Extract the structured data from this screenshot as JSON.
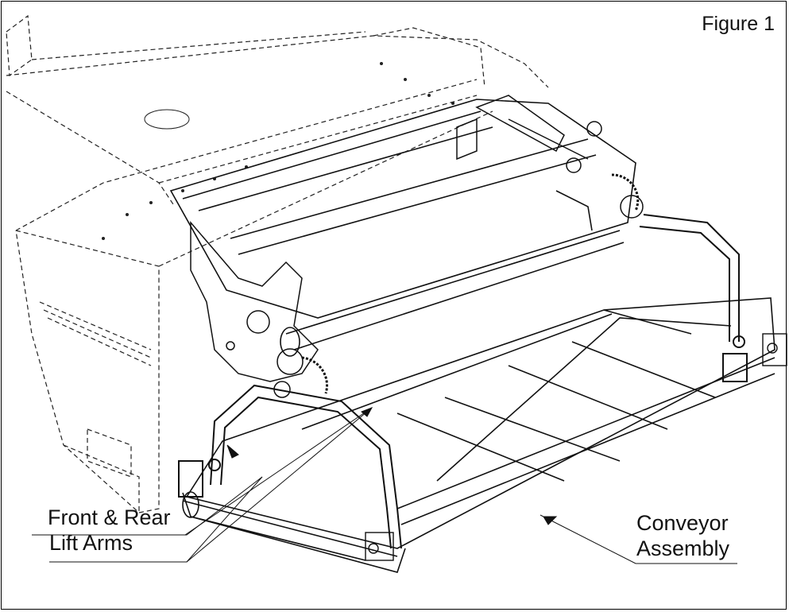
{
  "figure": {
    "label": "Figure 1"
  },
  "callouts": {
    "lift_arms": {
      "line1": "Front & Rear",
      "line2": "Lift Arms"
    },
    "conveyor": {
      "line1": "Conveyor",
      "line2": "Assembly"
    }
  },
  "colors": {
    "ink": "#111111",
    "background": "#ffffff"
  }
}
